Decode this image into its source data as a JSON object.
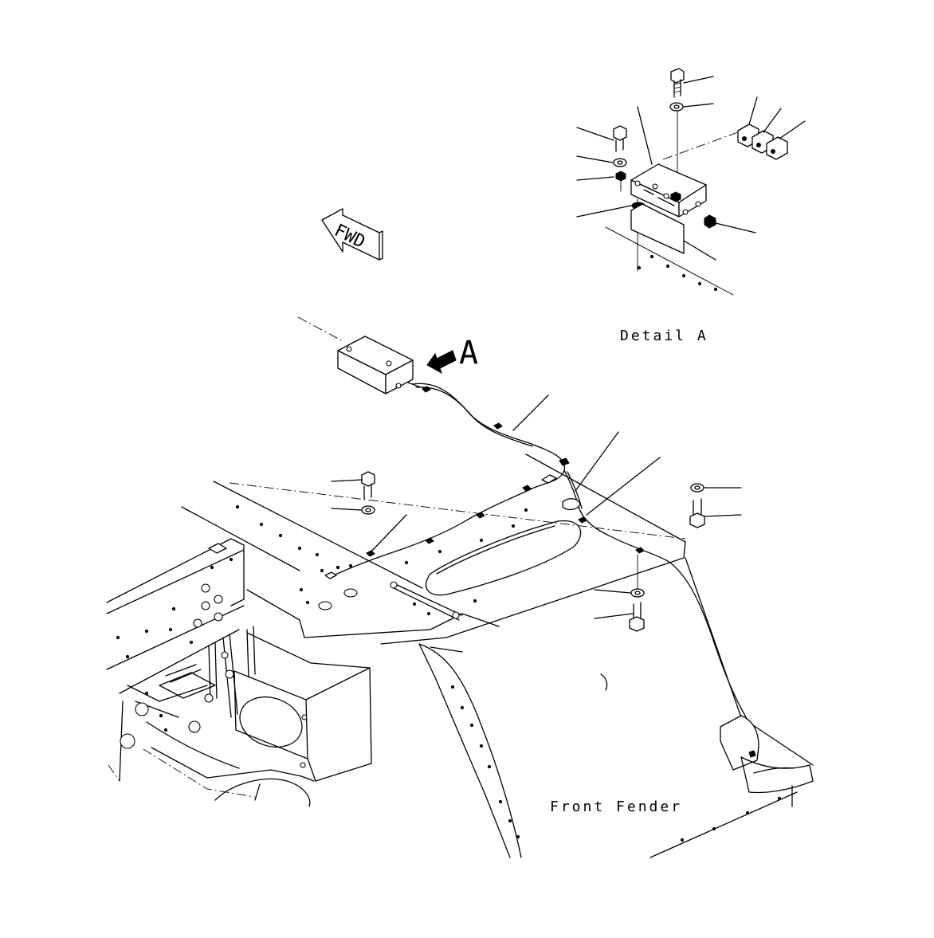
{
  "labels": {
    "fwd": "FWD",
    "view_marker": "A",
    "detail_caption": "Detail A",
    "fender_caption": "Front Fender"
  },
  "colors": {
    "line": "#000000",
    "background": "#ffffff"
  }
}
